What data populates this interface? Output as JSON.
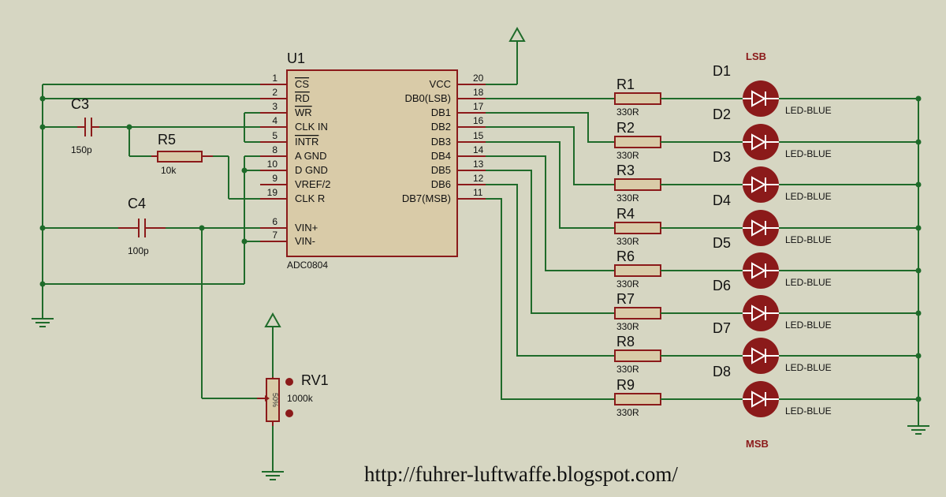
{
  "ic": {
    "ref": "U1",
    "part": "ADC0804",
    "left_pins": [
      {
        "num": "1",
        "name": "CS",
        "overline": true
      },
      {
        "num": "2",
        "name": "RD",
        "overline": true
      },
      {
        "num": "3",
        "name": "WR",
        "overline": true
      },
      {
        "num": "4",
        "name": "CLK IN",
        "overline": false
      },
      {
        "num": "5",
        "name": "INTR",
        "overline": true
      },
      {
        "num": "8",
        "name": "A GND",
        "overline": false
      },
      {
        "num": "10",
        "name": "D GND",
        "overline": false
      },
      {
        "num": "9",
        "name": "VREF/2",
        "overline": false
      },
      {
        "num": "19",
        "name": "CLK R",
        "overline": false
      },
      {
        "num": "6",
        "name": "VIN+",
        "overline": false
      },
      {
        "num": "7",
        "name": "VIN-",
        "overline": false
      }
    ],
    "right_pins": [
      {
        "num": "20",
        "name": "VCC"
      },
      {
        "num": "18",
        "name": "DB0(LSB)"
      },
      {
        "num": "17",
        "name": "DB1"
      },
      {
        "num": "16",
        "name": "DB2"
      },
      {
        "num": "15",
        "name": "DB3"
      },
      {
        "num": "14",
        "name": "DB4"
      },
      {
        "num": "13",
        "name": "DB5"
      },
      {
        "num": "12",
        "name": "DB6"
      },
      {
        "num": "11",
        "name": "DB7(MSB)"
      }
    ]
  },
  "components": {
    "c3": {
      "ref": "C3",
      "value": "150p"
    },
    "c4": {
      "ref": "C4",
      "value": "100p"
    },
    "r5": {
      "ref": "R5",
      "value": "10k"
    },
    "rv1": {
      "ref": "RV1",
      "value": "1000k",
      "wiper": "50%"
    }
  },
  "outputs": [
    {
      "res": "R1",
      "res_value": "330R",
      "led": "D1",
      "led_value": "LED-BLUE"
    },
    {
      "res": "R2",
      "res_value": "330R",
      "led": "D2",
      "led_value": "LED-BLUE"
    },
    {
      "res": "R3",
      "res_value": "330R",
      "led": "D3",
      "led_value": "LED-BLUE"
    },
    {
      "res": "R4",
      "res_value": "330R",
      "led": "D4",
      "led_value": "LED-BLUE"
    },
    {
      "res": "R6",
      "res_value": "330R",
      "led": "D5",
      "led_value": "LED-BLUE"
    },
    {
      "res": "R7",
      "res_value": "330R",
      "led": "D6",
      "led_value": "LED-BLUE"
    },
    {
      "res": "R8",
      "res_value": "330R",
      "led": "D7",
      "led_value": "LED-BLUE"
    },
    {
      "res": "R9",
      "res_value": "330R",
      "led": "D8",
      "led_value": "LED-BLUE"
    }
  ],
  "markers": {
    "lsb": "LSB",
    "msb": "MSB"
  },
  "watermark": "http://fuhrer-luftwaffe.blogspot.com/",
  "colors": {
    "wire": "#1f6b2a",
    "component": "#8b1a1a",
    "ic_fill": "#d9cba8",
    "led_body": "#8b1a1a",
    "background": "#d6d6c2"
  }
}
